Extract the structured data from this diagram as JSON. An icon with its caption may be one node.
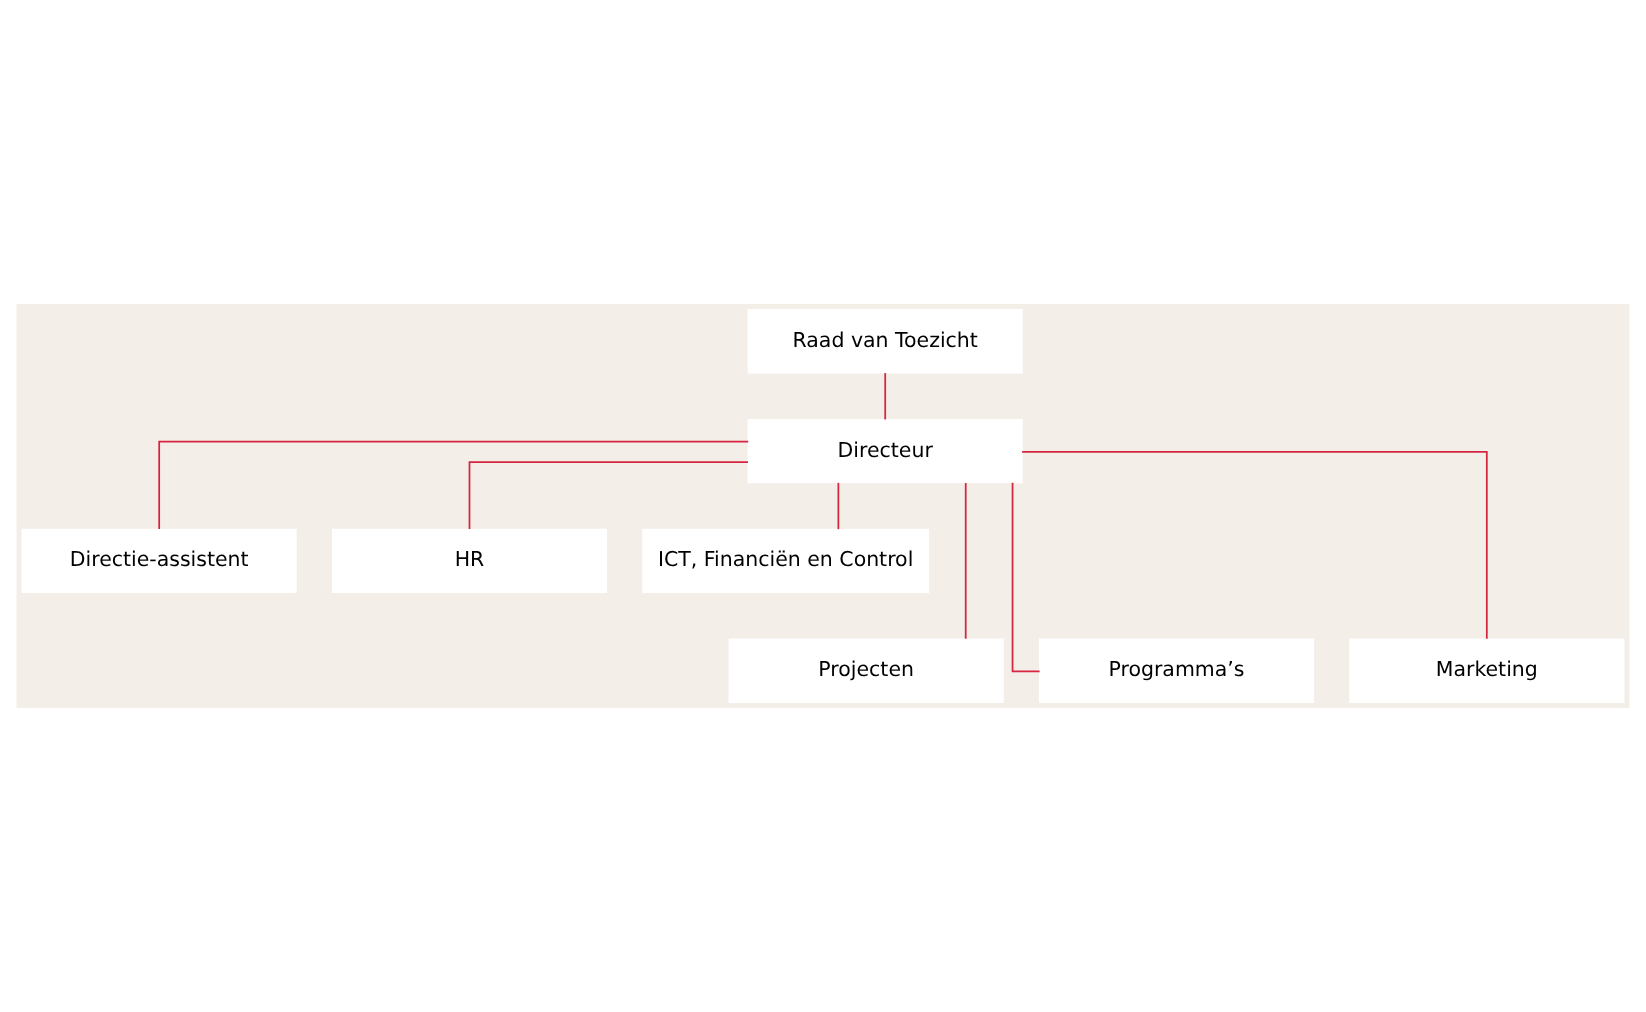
{
  "diagram": {
    "nodes": [
      {
        "text": [
          "Raad van Toezicht"
        ]
      },
      {
        "text": [
          "Directeur"
        ]
      },
      {
        "text": [
          "Directie-assistent"
        ]
      },
      {
        "text": [
          "HR"
        ]
      },
      {
        "text": [
          "ICT, Financiën en Control"
        ]
      },
      {
        "text": [
          "Projecten"
        ]
      },
      {
        "text": [
          "Programma’s"
        ]
      },
      {
        "text": [
          "Marketing"
        ]
      }
    ],
    "edges": [
      {
        "from": 0,
        "to": 1,
        "arrow": "none"
      },
      {
        "from": 1,
        "to": 2,
        "arrow": "none"
      },
      {
        "from": 1,
        "to": 3,
        "arrow": "none"
      },
      {
        "from": 1,
        "to": 4,
        "arrow": "none"
      },
      {
        "from": 1,
        "to": 5,
        "arrow": "none"
      },
      {
        "from": 1,
        "to": 6,
        "arrow": "none"
      },
      {
        "from": 1,
        "to": 7,
        "arrow": "none"
      }
    ]
  }
}
